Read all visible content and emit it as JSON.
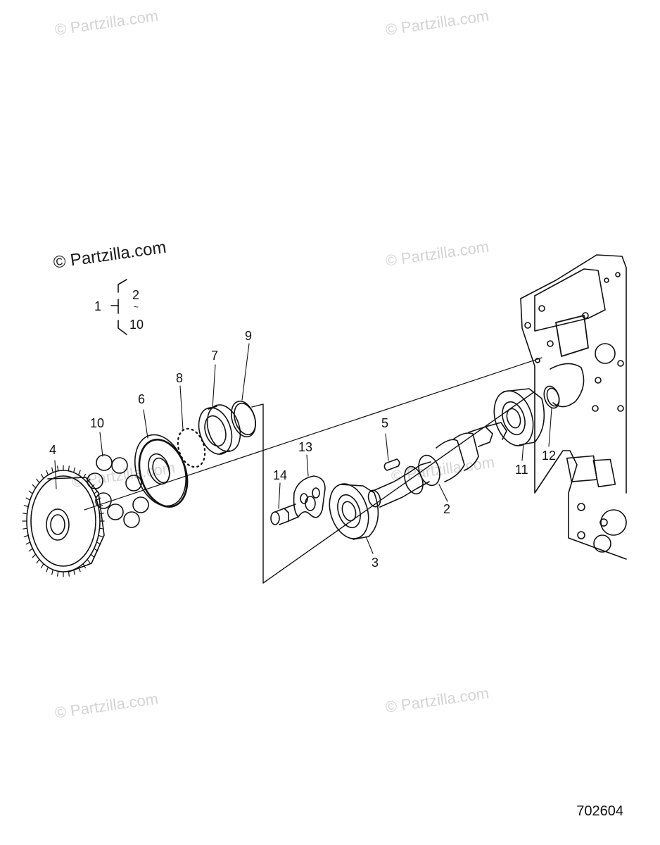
{
  "watermark": "© Partzilla.com",
  "figure_id": "702604",
  "assembly": {
    "parent": "1",
    "range_start": "2",
    "range_tilde": "~",
    "range_end": "10"
  },
  "callouts": {
    "c2": "2",
    "c3": "3",
    "c4": "4",
    "c5": "5",
    "c6": "6",
    "c7": "7",
    "c8": "8",
    "c9": "9",
    "c10": "10",
    "c11": "11",
    "c12": "12",
    "c13": "13",
    "c14": "14"
  }
}
